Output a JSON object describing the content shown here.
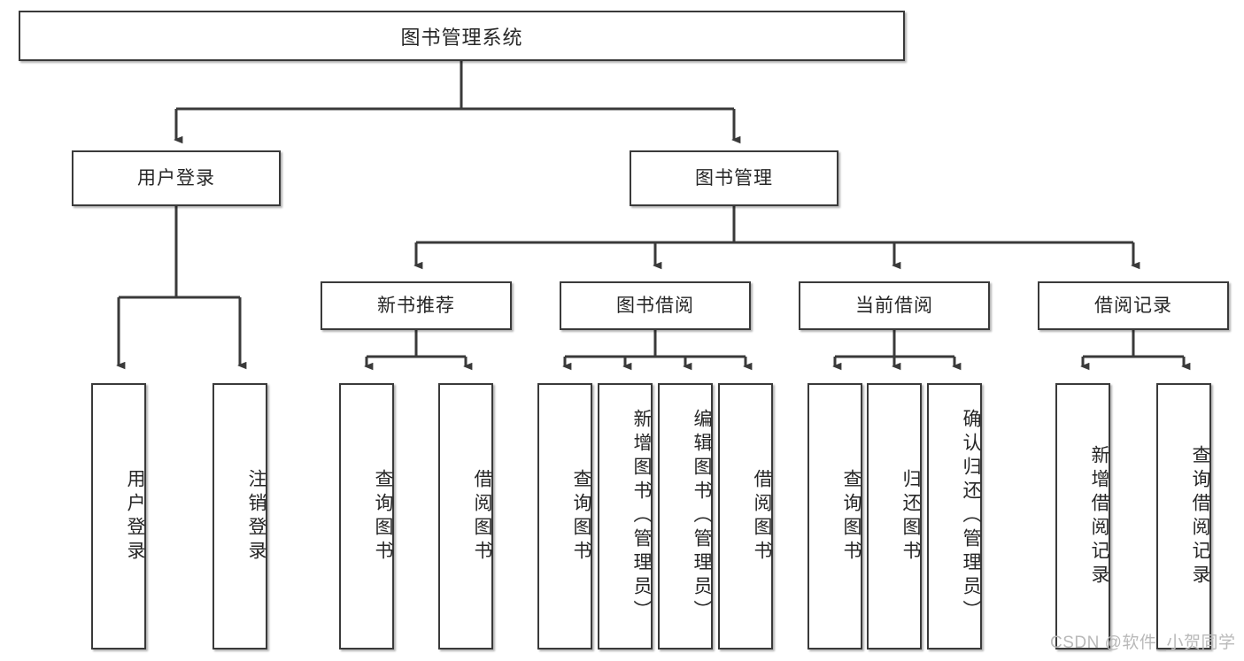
{
  "diagram": {
    "type": "tree-hierarchy-chart",
    "title": "图书管理系统",
    "orientation": "top-down",
    "line_color": "#3a3a3a",
    "box_fill": "#ffffff",
    "text_color": "#262626",
    "levels": 4
  },
  "root": {
    "label": "图书管理系统"
  },
  "level2": [
    {
      "label": "用户登录"
    },
    {
      "label": "图书管理"
    }
  ],
  "level3": [
    {
      "label": "新书推荐"
    },
    {
      "label": "图书借阅"
    },
    {
      "label": "当前借阅"
    },
    {
      "label": "借阅记录"
    }
  ],
  "leaves": {
    "user_login": [
      {
        "label": "用户登录"
      },
      {
        "label": "注销登录"
      }
    ],
    "new_book_recommend": [
      {
        "label": "查询图书"
      },
      {
        "label": "借阅图书"
      }
    ],
    "book_borrow": [
      {
        "label": "查询图书"
      },
      {
        "label": "新增图书（管理员）"
      },
      {
        "label": "编辑图书（管理员）"
      },
      {
        "label": "借阅图书"
      }
    ],
    "current_borrow": [
      {
        "label": "查询图书"
      },
      {
        "label": "归还图书"
      },
      {
        "label": "确认归还（管理员）"
      }
    ],
    "borrow_record": [
      {
        "label": "新增借阅记录"
      },
      {
        "label": "查询借阅记录"
      }
    ]
  },
  "watermark": {
    "text": "CSDN @软件_小贺同学",
    "color": "#b9b9b9"
  }
}
